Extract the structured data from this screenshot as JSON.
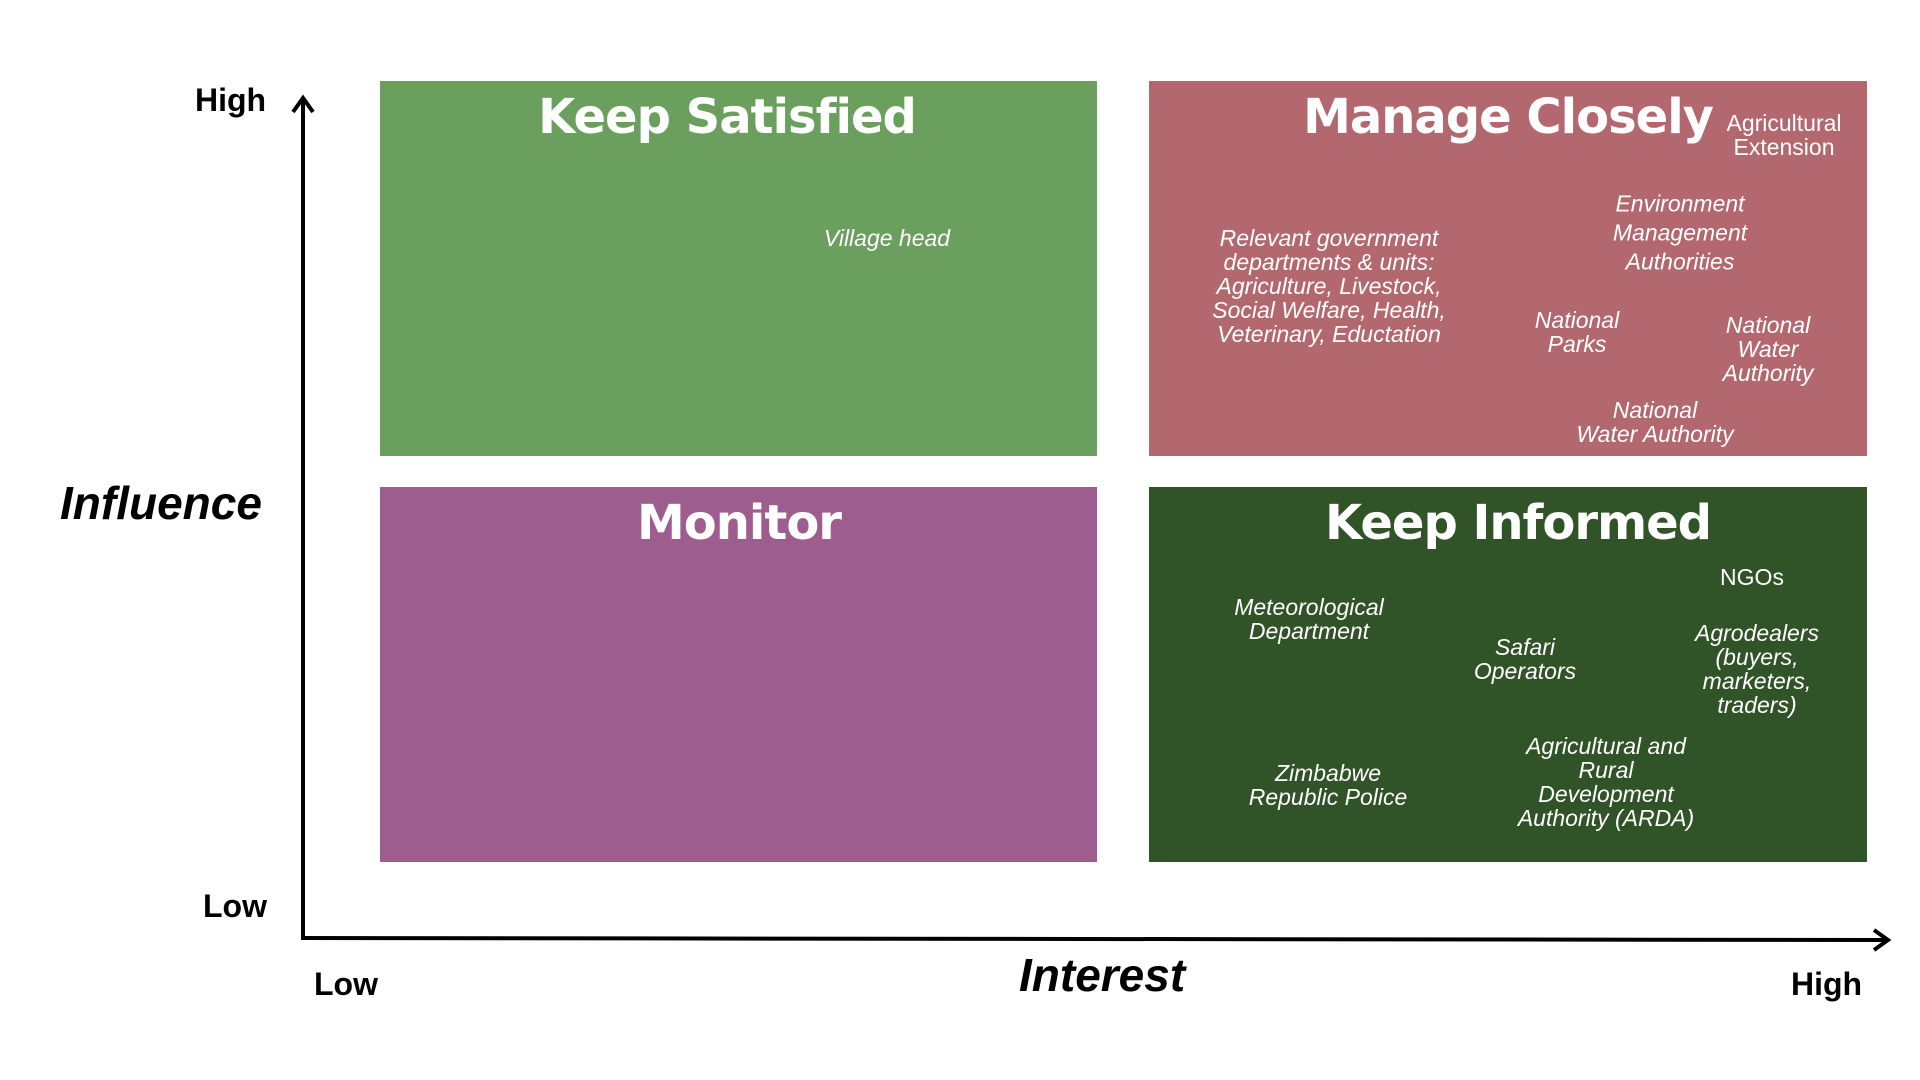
{
  "chart_data": {
    "type": "quadrant",
    "title": "",
    "xlabel": "Interest",
    "ylabel": "Influence",
    "x_ticks": [
      "Low",
      "High"
    ],
    "y_ticks": [
      "Low",
      "High"
    ],
    "quadrants": [
      {
        "position": "top-left",
        "label": "Keep Satisfied",
        "color": "#6a9f5d",
        "items": [
          "Village head"
        ]
      },
      {
        "position": "top-right",
        "label": "Manage Closely",
        "color": "#b3686f",
        "items": [
          "Agricultural Extension",
          "Relevant government departments & units: Agriculture, Livestock, Social Welfare, Health, Veterinary, Eductation",
          "Environment Management Authorities",
          "National Parks",
          "National Water Authority",
          "National Water Authority"
        ]
      },
      {
        "position": "bottom-left",
        "label": "Monitor",
        "color": "#9e5d8f",
        "items": []
      },
      {
        "position": "bottom-right",
        "label": "Keep Informed",
        "color": "#315328",
        "items": [
          "NGOs",
          "Meteorological Department",
          "Safari Operators",
          "Agrodealers (buyers, marketers, traders)",
          "Zimbabwe Republic Police",
          "Agricultural and Rural Development Authority (ARDA)"
        ]
      }
    ]
  },
  "axes": {
    "y_title": "Influence",
    "x_title": "Interest",
    "y_high": "High",
    "y_low": "Low",
    "x_low": "Low",
    "x_high": "High"
  },
  "quadrants": {
    "keep_satisfied": {
      "title": "Keep Satisfied",
      "color": "#6a9f5d",
      "items": {
        "village_head": "Village head"
      }
    },
    "manage_closely": {
      "title": "Manage Closely",
      "color": "#b3686f",
      "items": {
        "agri_extension": "Agricultural\nExtension",
        "gov_departments": "Relevant government\ndepartments & units:\nAgriculture, Livestock,\nSocial Welfare, Health,\nVeterinary, Eductation",
        "env_mgmt": "Environment\nManagement\nAuthorities",
        "national_parks": "National\nParks",
        "water_authority_1": "National\nWater Authority",
        "water_authority_2": "National\nWater Authority"
      }
    },
    "monitor": {
      "title": "Monitor",
      "color": "#9e5d8f"
    },
    "keep_informed": {
      "title": "Keep Informed",
      "color": "#315328",
      "items": {
        "ngos": "NGOs",
        "meteorological": "Meteorological\nDepartment",
        "safari": "Safari\nOperators",
        "agrodealers": "Agrodealers\n(buyers,\nmarketers,\ntraders)",
        "police": "Zimbabwe\nRepublic Police",
        "arda": "Agricultural and\nRural\nDevelopment\nAuthority (ARDA)"
      }
    }
  }
}
